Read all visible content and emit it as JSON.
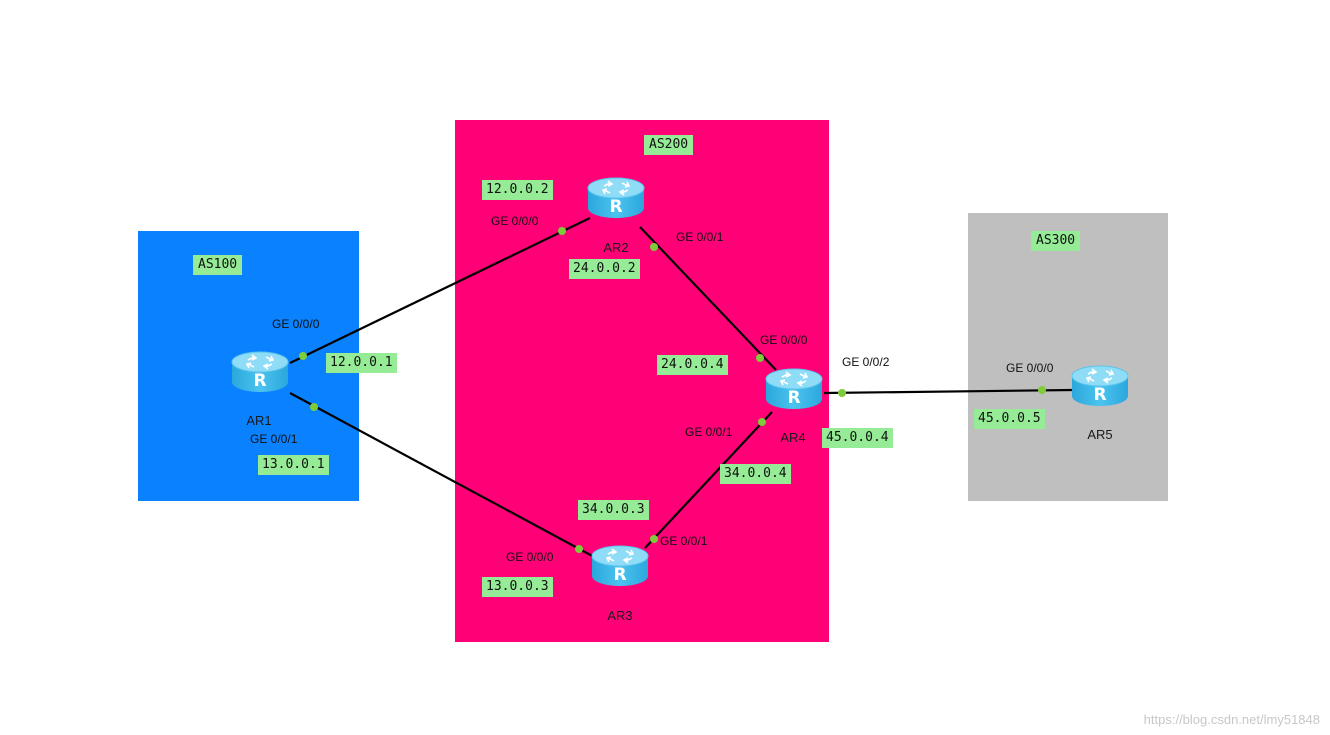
{
  "colors": {
    "as100": "#0a82ff",
    "as200": "#ff0077",
    "as300": "#bfbfbf",
    "label_bg": "#96ec96",
    "port_dot": "#7fcc3a",
    "router_body": "#4cc3ef"
  },
  "autonomous_systems": {
    "as100": "AS100",
    "as200": "AS200",
    "as300": "AS300"
  },
  "routers": {
    "ar1": "AR1",
    "ar2": "AR2",
    "ar3": "AR3",
    "ar4": "AR4",
    "ar5": "AR5"
  },
  "interfaces": {
    "ar1_g000": "GE 0/0/0",
    "ar1_g001": "GE 0/0/1",
    "ar2_g000": "GE 0/0/0",
    "ar2_g001": "GE 0/0/1",
    "ar3_g000": "GE 0/0/0",
    "ar3_g001": "GE 0/0/1",
    "ar4_g000": "GE 0/0/0",
    "ar4_g001": "GE 0/0/1",
    "ar4_g002": "GE 0/0/2",
    "ar5_g000": "GE 0/0/0"
  },
  "addresses": {
    "ar1_g000": "12.0.0.1",
    "ar1_g001": "13.0.0.1",
    "ar2_g000": "12.0.0.2",
    "ar2_g001": "24.0.0.2",
    "ar3_g000": "13.0.0.3",
    "ar3_g001": "34.0.0.3",
    "ar4_g000": "24.0.0.4",
    "ar4_g001": "34.0.0.4",
    "ar4_g002": "45.0.0.4",
    "ar5_g000": "45.0.0.5"
  },
  "watermark": "https://blog.csdn.net/lmy51848",
  "icons": {
    "router": "router-icon"
  }
}
